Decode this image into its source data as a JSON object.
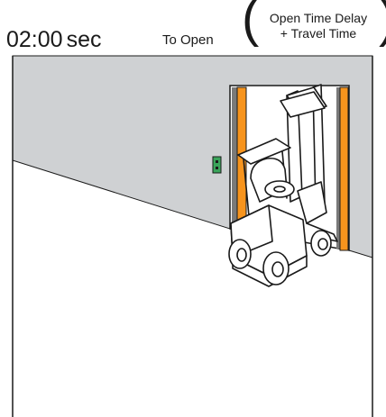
{
  "timer": {
    "value": "02:00",
    "unit": "sec"
  },
  "caption": {
    "to_open": "To Open",
    "line1": "Open Time Delay",
    "line2": "+ Travel Time"
  },
  "colors": {
    "wall": "#cfd1d3",
    "floor": "#ffffff",
    "door_rail": "#f7941d",
    "door_track": "#7a7a7a",
    "switch": "#3aa45a",
    "outline": "#1a1a1a"
  },
  "icons": {
    "door_switch": "push-button-switch-icon",
    "vehicle": "forklift-icon"
  }
}
